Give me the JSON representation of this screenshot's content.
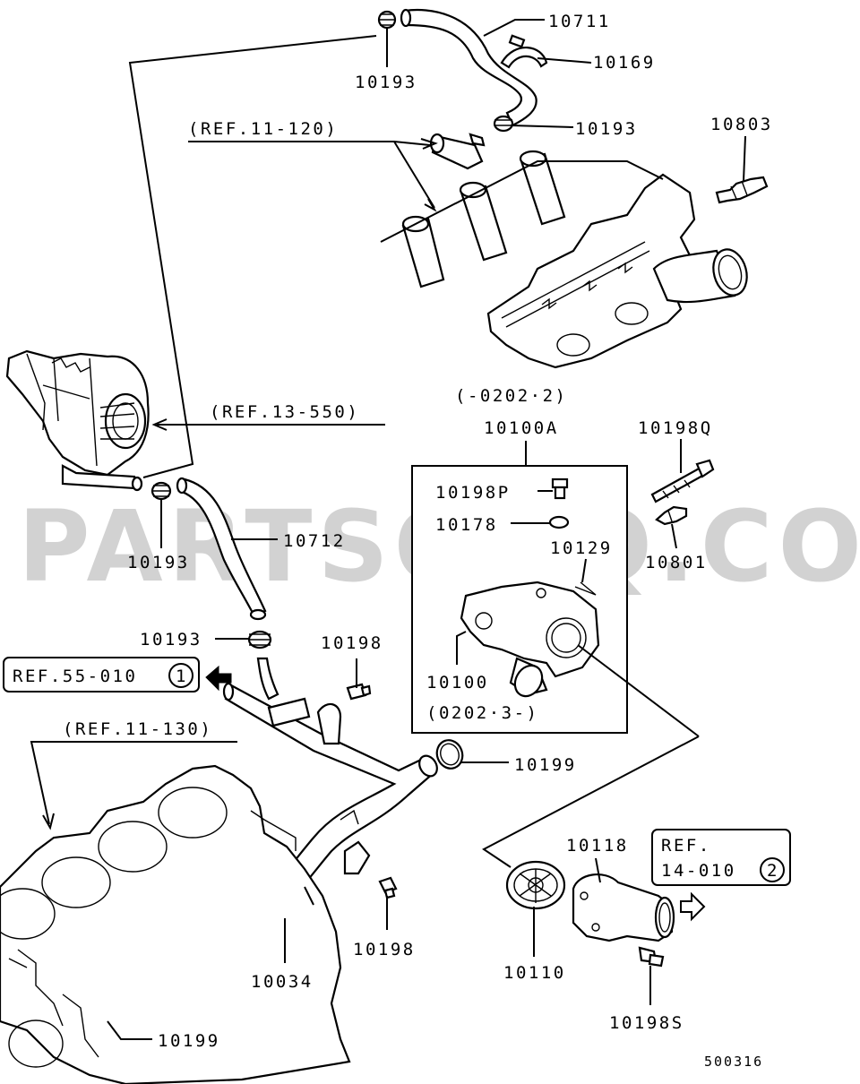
{
  "watermark": "PARTSOUQ.COM",
  "diagram_code": "500316",
  "refs": {
    "ref_11_120": "(REF.11-120)",
    "ref_13_550": "(REF.13-550)",
    "ref_11_130": "(REF.11-130)",
    "ref_55_010": "REF.55-010",
    "ref_55_010_circle": "1",
    "ref_14_010_line1": "REF.",
    "ref_14_010_line2": "14-010",
    "ref_14_010_circle": "2"
  },
  "inset": {
    "top_note": "(-0202·2)",
    "title": "10100A",
    "bottom_note": "(0202·3-)"
  },
  "parts": {
    "p10711": "10711",
    "p10169": "10169",
    "p10193_a": "10193",
    "p10193_b": "10193",
    "p10803": "10803",
    "p10193_c": "10193",
    "p10712": "10712",
    "p10198q": "10198Q",
    "p10801": "10801",
    "p10198p": "10198P",
    "p10178": "10178",
    "p10129": "10129",
    "p10100": "10100",
    "p10193_d": "10193",
    "p10198_a": "10198",
    "p10199_a": "10199",
    "p10118": "10118",
    "p10110": "10110",
    "p10198_b": "10198",
    "p10034": "10034",
    "p10198s": "10198S",
    "p10199_b": "10199"
  }
}
